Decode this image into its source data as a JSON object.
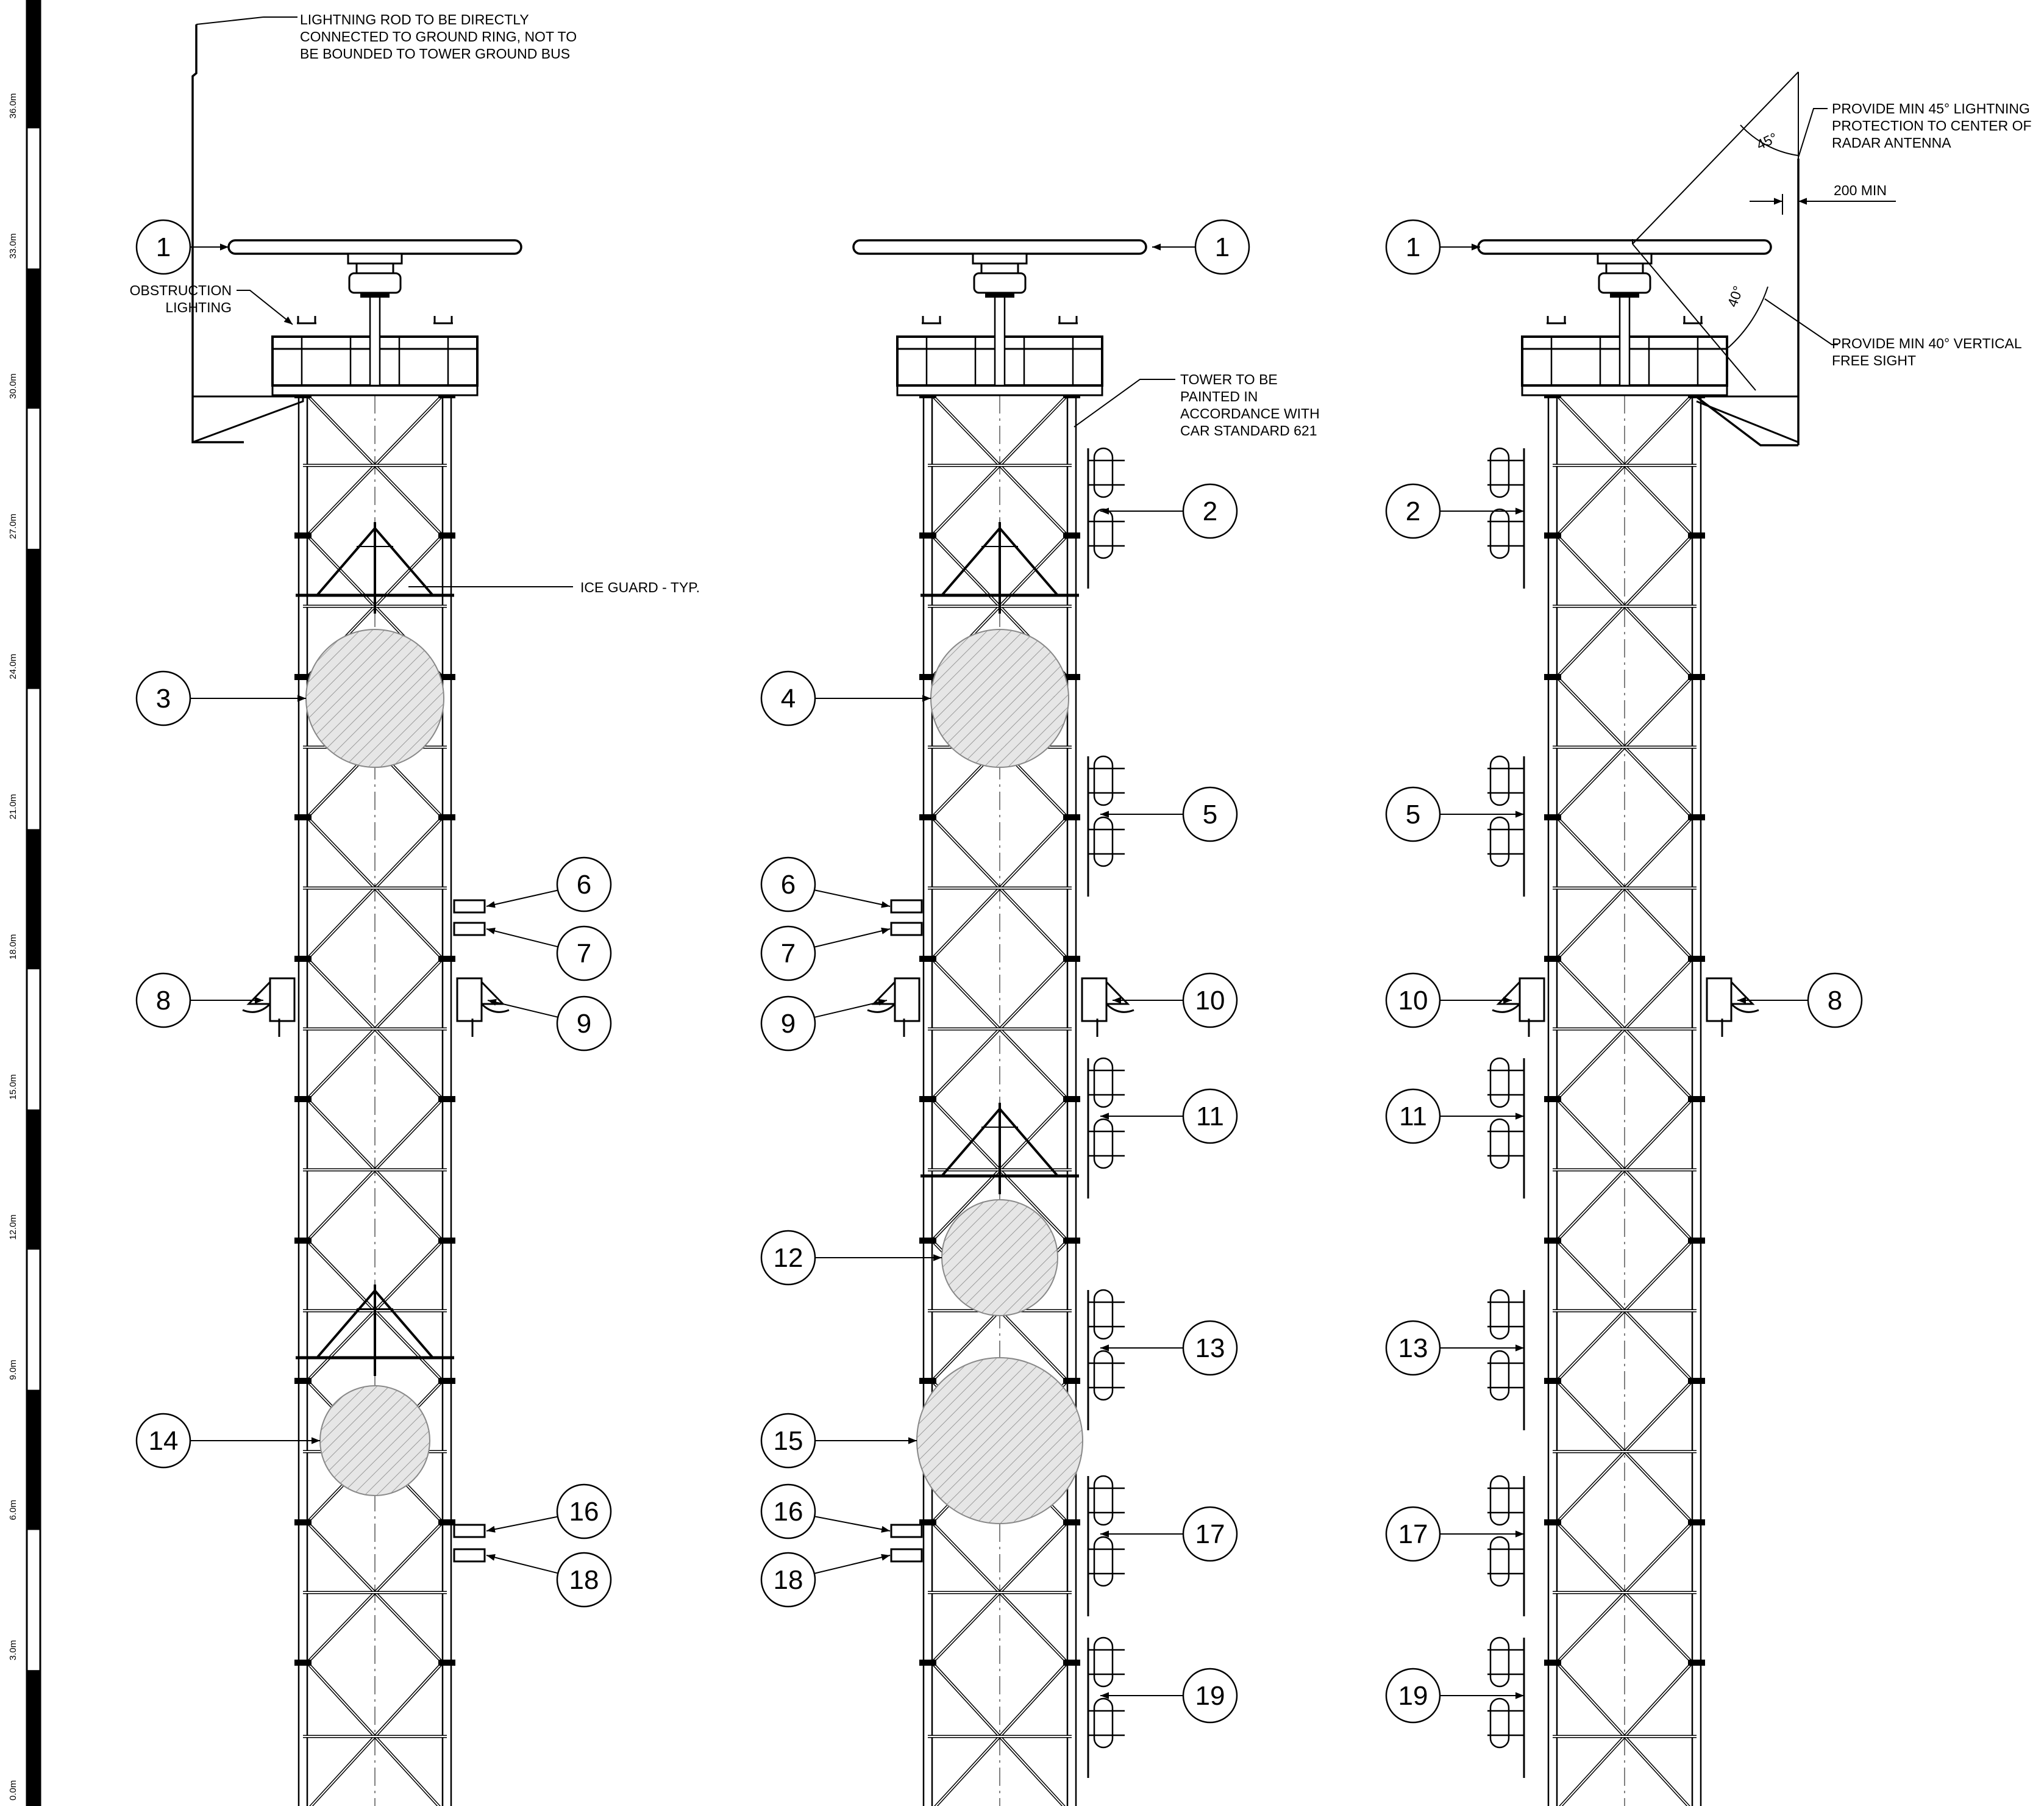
{
  "scale": {
    "labels": [
      "0.0m",
      "3.0m",
      "6.0m",
      "9.0m",
      "12.0m",
      "15.0m",
      "18.0m",
      "21.0m",
      "24.0m",
      "27.0m",
      "30.0m",
      "33.0m",
      "36.0m"
    ]
  },
  "notes": {
    "lightning_rod": [
      "LIGHTNING ROD TO BE DIRECTLY",
      "CONNECTED TO GROUND RING, NOT TO",
      "BE BOUNDED TO TOWER GROUND BUS"
    ],
    "obstruction_lighting": [
      "OBSTRUCTION",
      "LIGHTING"
    ],
    "ice_guard": "ICE GUARD - TYP.",
    "tower_paint": [
      "TOWER TO BE",
      "PAINTED IN",
      "ACCORDANCE WITH",
      "CAR STANDARD 621"
    ],
    "lightning_protection": [
      "PROVIDE MIN 45° LIGHTNING",
      "PROTECTION TO CENTER OF",
      "RADAR ANTENNA"
    ],
    "min_200": "200 MIN",
    "vertical_sight": [
      "PROVIDE MIN 40° VERTICAL",
      "FREE SIGHT"
    ],
    "angle_45": "45°",
    "angle_40": "40°"
  },
  "callouts": {
    "left": [
      "1",
      "3",
      "6",
      "7",
      "8",
      "9",
      "14",
      "16",
      "18"
    ],
    "middle": [
      "1",
      "2",
      "4",
      "5",
      "6",
      "7",
      "9",
      "10",
      "11",
      "12",
      "13",
      "15",
      "16",
      "17",
      "18",
      "19"
    ],
    "right": [
      "1",
      "2",
      "5",
      "10",
      "8",
      "11",
      "13",
      "17",
      "19"
    ]
  }
}
